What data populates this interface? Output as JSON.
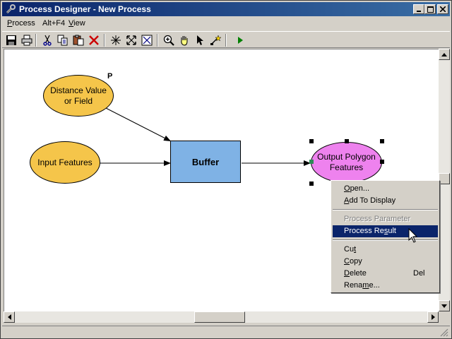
{
  "window": {
    "title": "Process Designer - New Process"
  },
  "menubar": {
    "items": [
      {
        "label": "Process",
        "mnemonic": "P",
        "rest": "rocess"
      },
      {
        "label": "Alt+F4"
      },
      {
        "label": "View",
        "mnemonic": "V",
        "rest": "iew"
      }
    ]
  },
  "toolbar": {
    "tools": [
      "save-icon",
      "print-icon",
      "cut-icon",
      "copy-icon",
      "paste-icon",
      "delete-icon",
      "auto-layout-icon",
      "full-extent-icon",
      "fit-window-icon",
      "zoom-in-icon",
      "pan-icon",
      "select-pointer-icon",
      "add-connection-icon",
      "run-icon"
    ]
  },
  "diagram": {
    "nodes": {
      "distance": {
        "line1": "Distance Value",
        "line2": "or Field",
        "marker": "P",
        "color": "#f5c54a"
      },
      "input": {
        "label": "Input Features",
        "color": "#f5c54a"
      },
      "buffer": {
        "label": "Buffer",
        "color": "#7fb2e5"
      },
      "output": {
        "line1": "Output Polygon",
        "line2": "Features",
        "color": "#ee82ee"
      }
    }
  },
  "context_menu": {
    "items": [
      {
        "label": "Open...",
        "underline_index": 0,
        "state": "normal"
      },
      {
        "label": "Add To Display",
        "underline_index": 0,
        "state": "normal"
      },
      {
        "type": "separator"
      },
      {
        "label": "Process Parameter",
        "state": "disabled"
      },
      {
        "label": "Process Result",
        "underline_index": 10,
        "state": "selected"
      },
      {
        "type": "separator"
      },
      {
        "label": "Cut",
        "underline_index": 2,
        "state": "normal"
      },
      {
        "label": "Copy",
        "underline_index": 0,
        "state": "normal"
      },
      {
        "label": "Delete",
        "underline_index": 0,
        "state": "normal",
        "shortcut": "Del"
      },
      {
        "label": "Rename...",
        "underline_index": 4,
        "state": "normal"
      }
    ]
  }
}
